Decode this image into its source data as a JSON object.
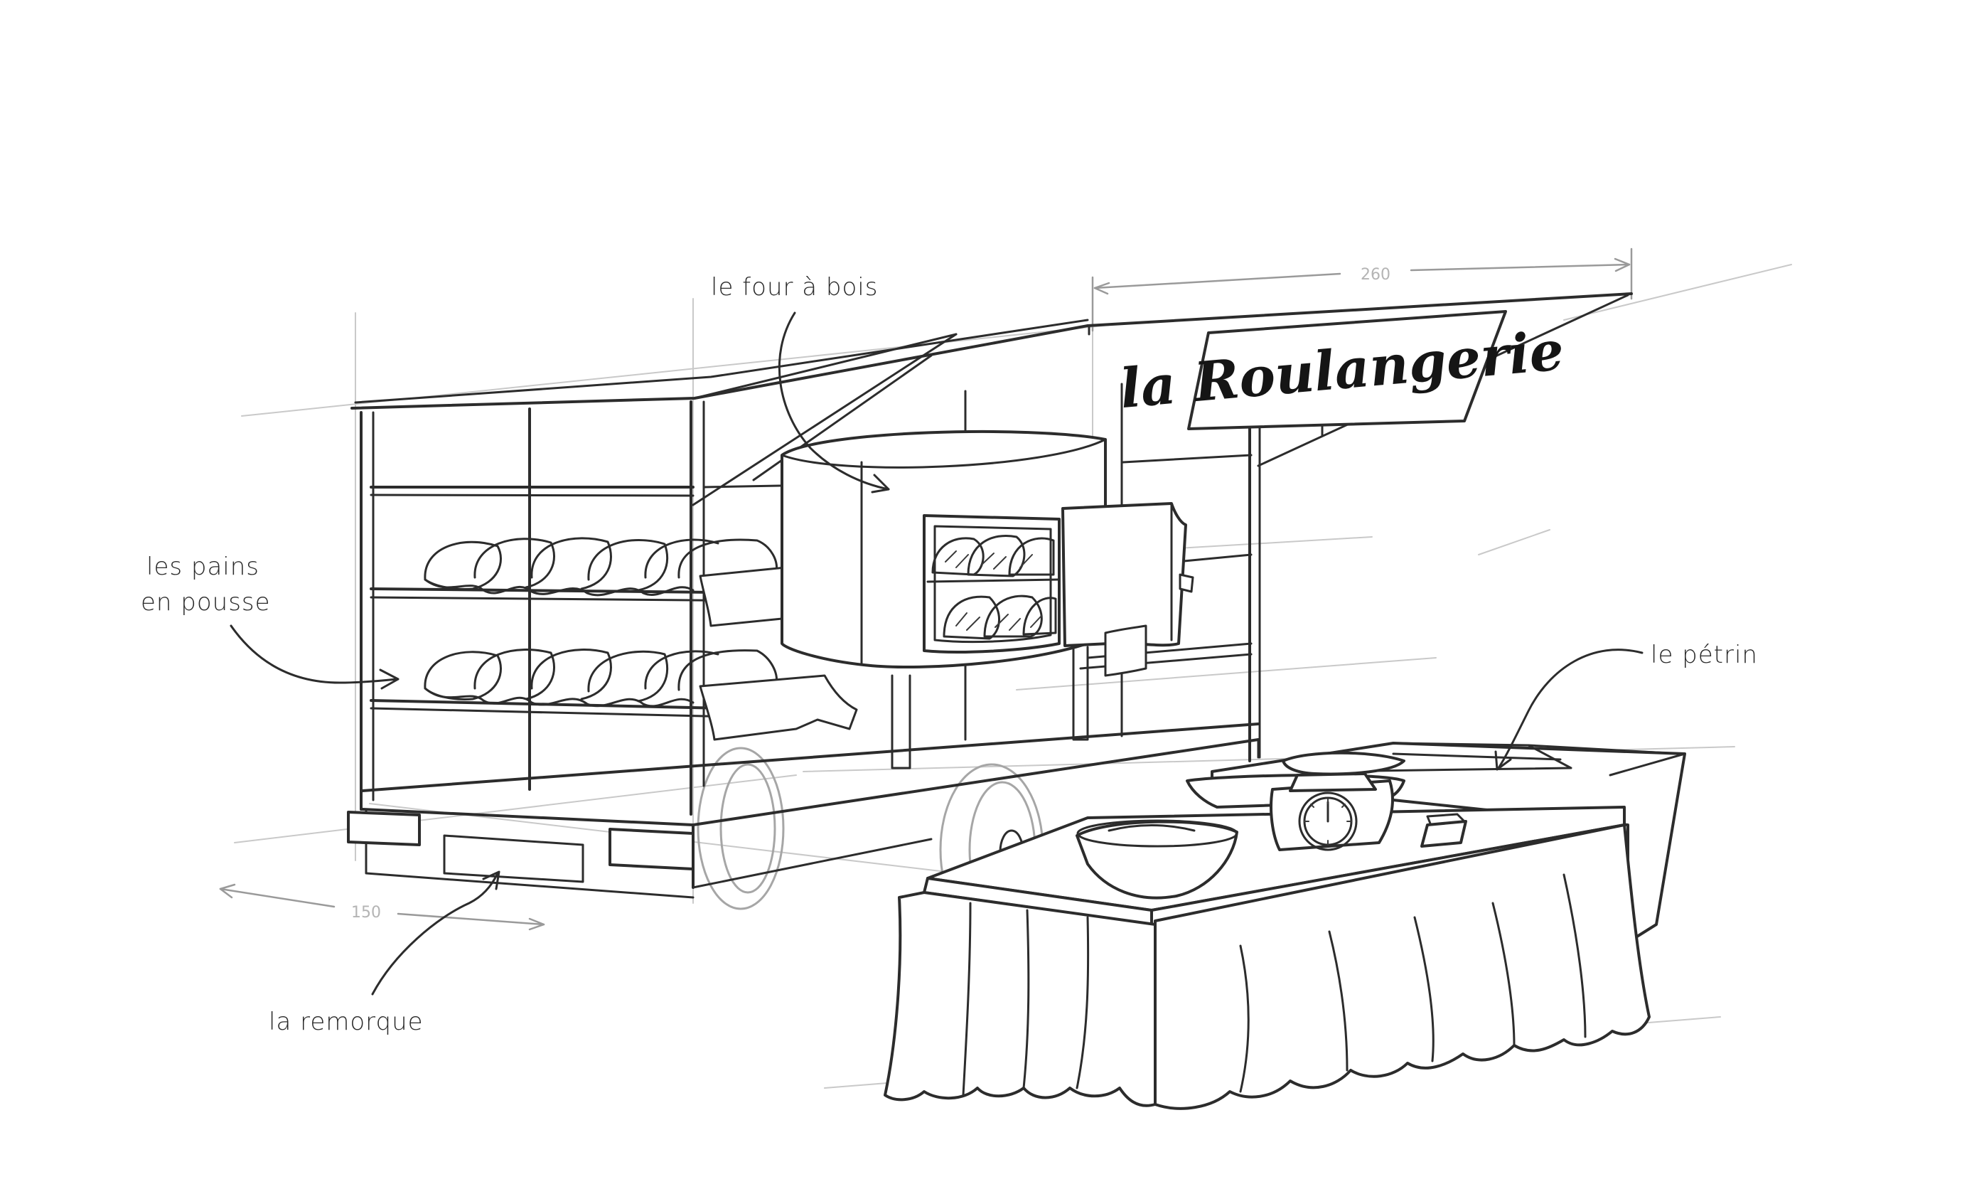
{
  "sign": {
    "text": "la Roulangerie"
  },
  "labels": {
    "oven": "le four à bois",
    "breads_line1": "les pains",
    "breads_line2": "en pousse",
    "kneader": "le pétrin",
    "trailer": "la remorque"
  },
  "dimensions": {
    "length": "260",
    "width": "150"
  }
}
